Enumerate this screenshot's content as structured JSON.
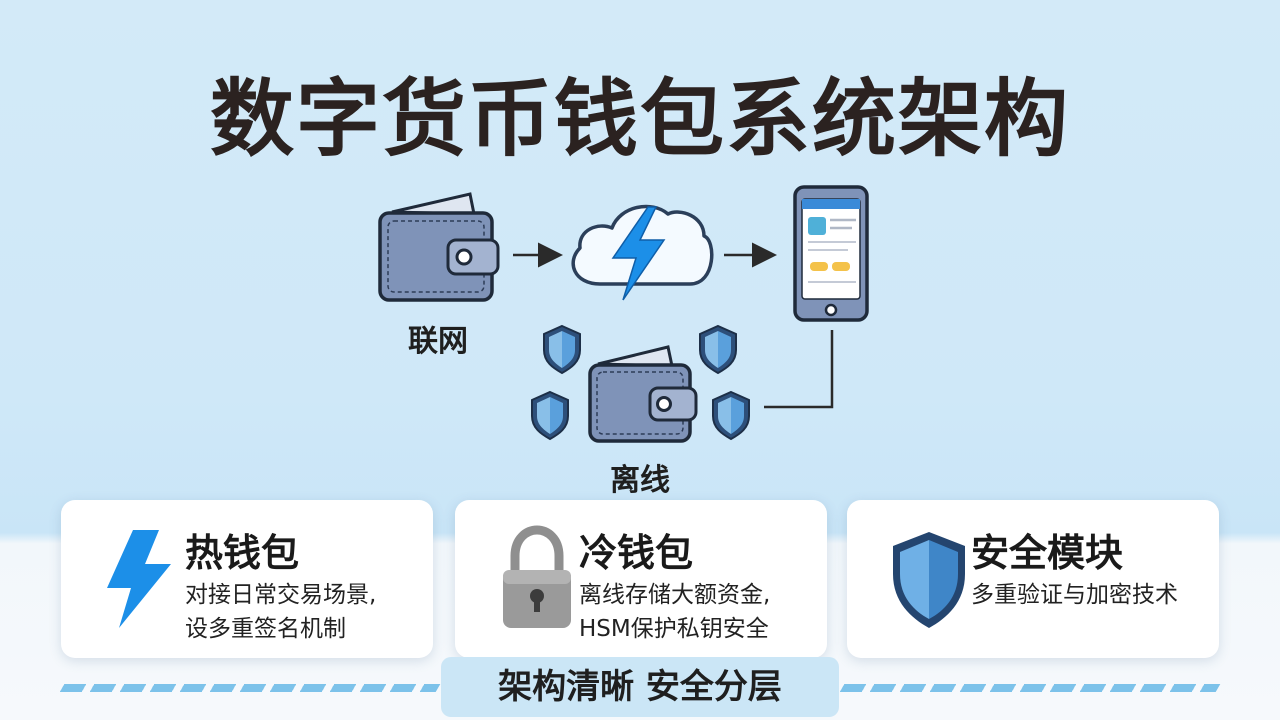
{
  "title": "数字货币钱包系统架构",
  "nodes": {
    "online_label": "联网",
    "offline_label": "离线"
  },
  "cards": [
    {
      "title": "热钱包",
      "desc_lines": [
        "对接日常交易场景,",
        "设多重签名机制"
      ],
      "icon": "lightning-icon"
    },
    {
      "title": "冷钱包",
      "desc_lines": [
        "离线存储大额资金,",
        "HSM保护私钥安全"
      ],
      "icon": "padlock-icon"
    },
    {
      "title": "安全模块",
      "desc_lines": [
        "多重验证与加密技术"
      ],
      "icon": "shield-icon"
    }
  ],
  "footer": {
    "banner": "架构清晰 安全分层"
  },
  "colors": {
    "background": "#d3eaf8",
    "wallet": "#7f93b8",
    "lightning": "#1c8fe8",
    "shield": "#3f86c8",
    "lock": "#9a9a9a",
    "title": "#2b2220"
  }
}
